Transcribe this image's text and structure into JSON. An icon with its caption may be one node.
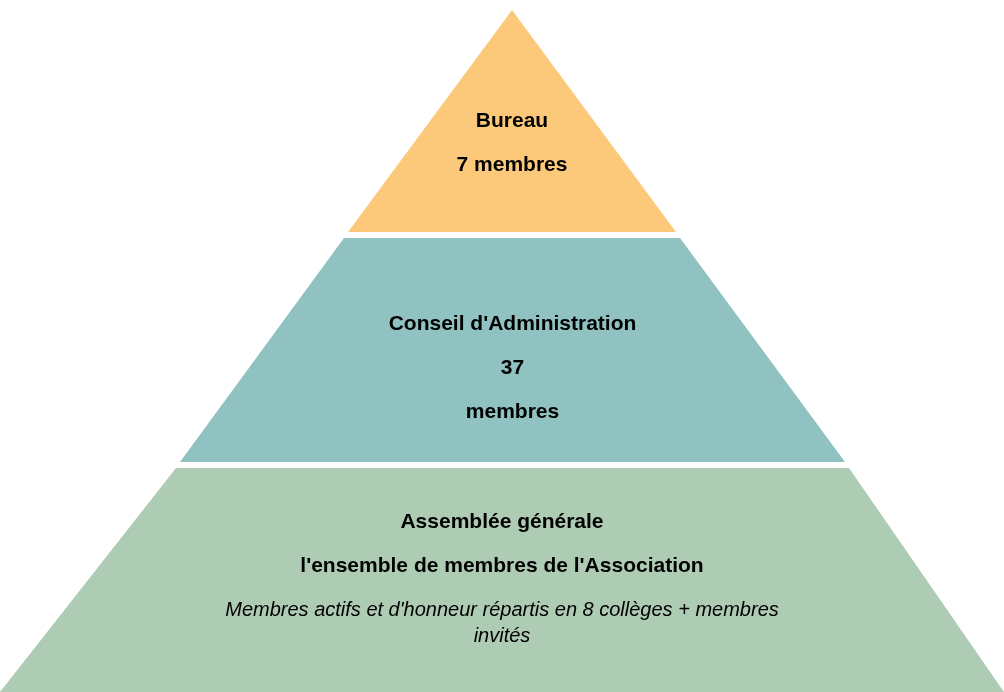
{
  "diagram": {
    "nodes": [
      {
        "text": [
          "Bureau",
          "7 membres"
        ]
      },
      {
        "text": [
          "Conseil d'Administration",
          "37",
          "membres"
        ]
      },
      {
        "text": [
          "Assemblée générale",
          "l'ensemble de membres de l'Association",
          "Membres actifs et d'honneur répartis en 8 collèges + membres invités"
        ]
      }
    ]
  }
}
